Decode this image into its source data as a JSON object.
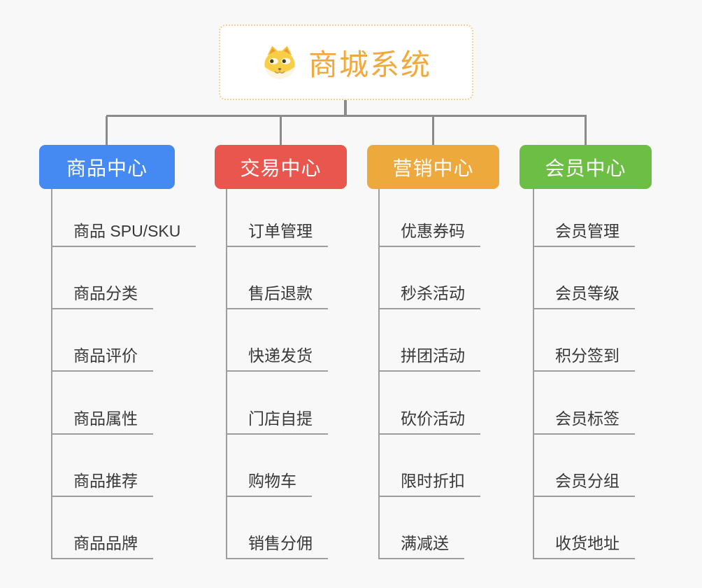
{
  "page": {
    "background_color": "#f8f8f8",
    "connector_color": "#8b8b8b",
    "child_line_color": "#9e9e9e"
  },
  "root": {
    "label": "商城系统",
    "icon": "shiba-dog-icon",
    "text_color": "#F2A93B",
    "border_color": "#F3D193"
  },
  "branches": [
    {
      "label": "商品中心",
      "color": "#4589F2",
      "children": [
        "商品 SPU/SKU",
        "商品分类",
        "商品评价",
        "商品属性",
        "商品推荐",
        "商品品牌"
      ]
    },
    {
      "label": "交易中心",
      "color": "#E8564E",
      "children": [
        "订单管理",
        "售后退款",
        "快递发货",
        "门店自提",
        "购物车",
        "销售分佣"
      ]
    },
    {
      "label": "营销中心",
      "color": "#EDA93C",
      "children": [
        "优惠券码",
        "秒杀活动",
        "拼团活动",
        "砍价活动",
        "限时折扣",
        "满减送"
      ]
    },
    {
      "label": "会员中心",
      "color": "#6DBE45",
      "children": [
        "会员管理",
        "会员等级",
        "积分签到",
        "会员标签",
        "会员分组",
        "收货地址"
      ]
    }
  ]
}
